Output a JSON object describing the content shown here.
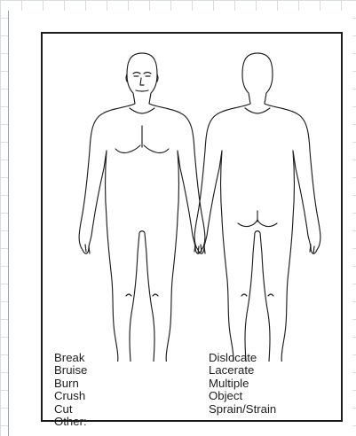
{
  "injury_types": {
    "left": [
      "Break",
      "Bruise",
      "Burn",
      "Crush",
      "Cut",
      "Other:"
    ],
    "right": [
      "Dislocate",
      "Lacerate",
      "Multiple",
      "Object",
      "Sprain/Strain"
    ]
  }
}
